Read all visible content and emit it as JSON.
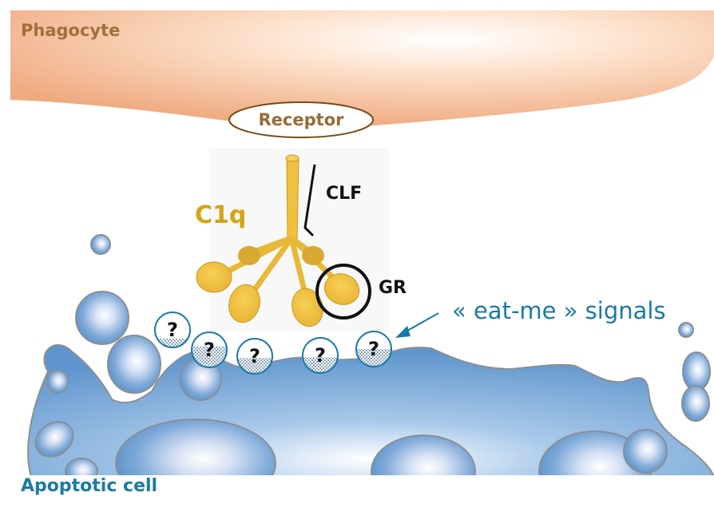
{
  "labels": {
    "phagocyte": "Phagocyte",
    "receptor": "Receptor",
    "c1q": "C1q",
    "clf": "CLF",
    "gr": "GR",
    "eat_me": "« eat-me » signals",
    "apoptotic_cell": "Apoptotic cell"
  },
  "signals": [
    {
      "symbol": "?"
    },
    {
      "symbol": "?"
    },
    {
      "symbol": "?"
    },
    {
      "symbol": "?"
    },
    {
      "symbol": "?"
    }
  ],
  "colors": {
    "phagocyte": "#f3b48c",
    "phagocyte_label": "#a0703c",
    "c1q": "#f0c040",
    "c1q_label": "#d4a416",
    "apoptotic_cell": "#6a9fd0",
    "apoptotic_label": "#1a7aa6",
    "signal_ring": "#1a7aa6"
  }
}
